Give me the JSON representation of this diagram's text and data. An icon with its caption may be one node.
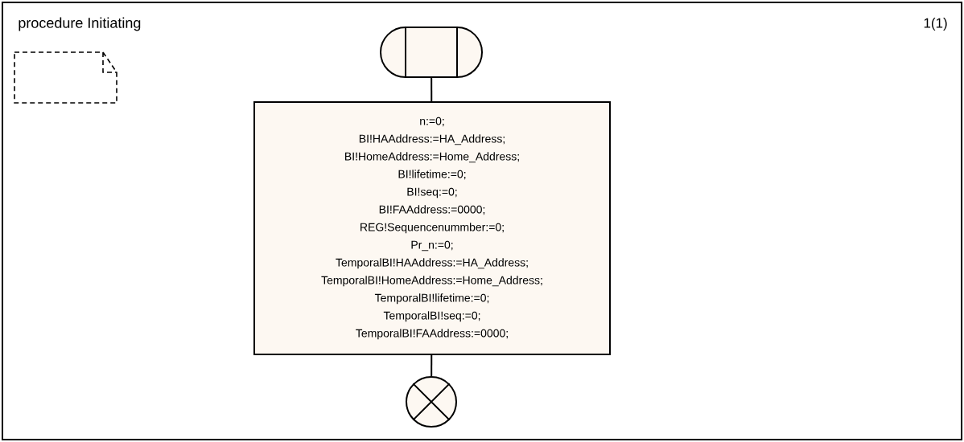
{
  "diagram": {
    "title": "procedure Initiating",
    "nodes": [
      {
        "text": [],
        "shape": "terminal"
      },
      {
        "text": [
          "n:=0;",
          "BI!HAAddress:=HA_Address;",
          "BI!HomeAddress:=Home_Address;",
          "BI!lifetime:=0;",
          "BI!seq:=0;",
          "BI!FAAddress:=0000;",
          "REG!Sequencenummber:=0;",
          "Pr_n:=0;",
          "TemporalBI!HAAddress:=HA_Address;",
          "TemporalBI!HomeAddress:=Home_Address;",
          "TemporalBI!lifetime:=0;",
          "TemporalBI!seq:=0;",
          "TemporalBI!FAAddress:=0000;"
        ]
      },
      {
        "text": [],
        "shape": "circle"
      }
    ],
    "edges": [
      {
        "from": 0,
        "to": 1,
        "arrow": "none"
      },
      {
        "from": 1,
        "to": 2,
        "arrow": "none"
      }
    ],
    "labels": [
      "1(1)"
    ]
  }
}
